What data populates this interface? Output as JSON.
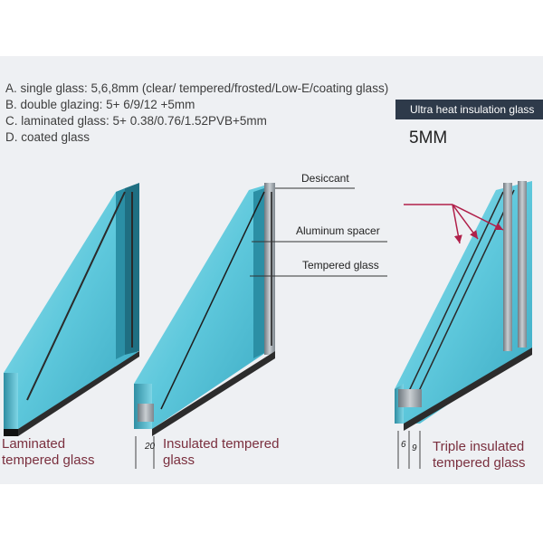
{
  "specs": [
    "A. single glass: 5,6,8mm (clear/ tempered/frosted/Low-E/coating glass)",
    "B. double glazing: 5+ 6/9/12 +5mm",
    "C. laminated glass: 5+ 0.38/0.76/1.52PVB+5mm",
    "D. coated glass"
  ],
  "callouts": {
    "desiccant": "Desiccant",
    "spacer": "Aluminum spacer",
    "tempered": "Tempered glass"
  },
  "banner": "Ultra heat insulation glass",
  "thickness_label": "5MM",
  "dimensions": {
    "double": "20",
    "triple_a": "6",
    "triple_b": "9"
  },
  "captions": {
    "laminated": "Laminated\ntempered glass",
    "insulated": "Insulated tempered\nglass",
    "triple": "Triple insulated\ntempered glass"
  },
  "colors": {
    "arrow": "#b0204a",
    "caption": "#7a2f3e",
    "glass": "#5ec8dc",
    "frame": "#9aa3ab"
  }
}
